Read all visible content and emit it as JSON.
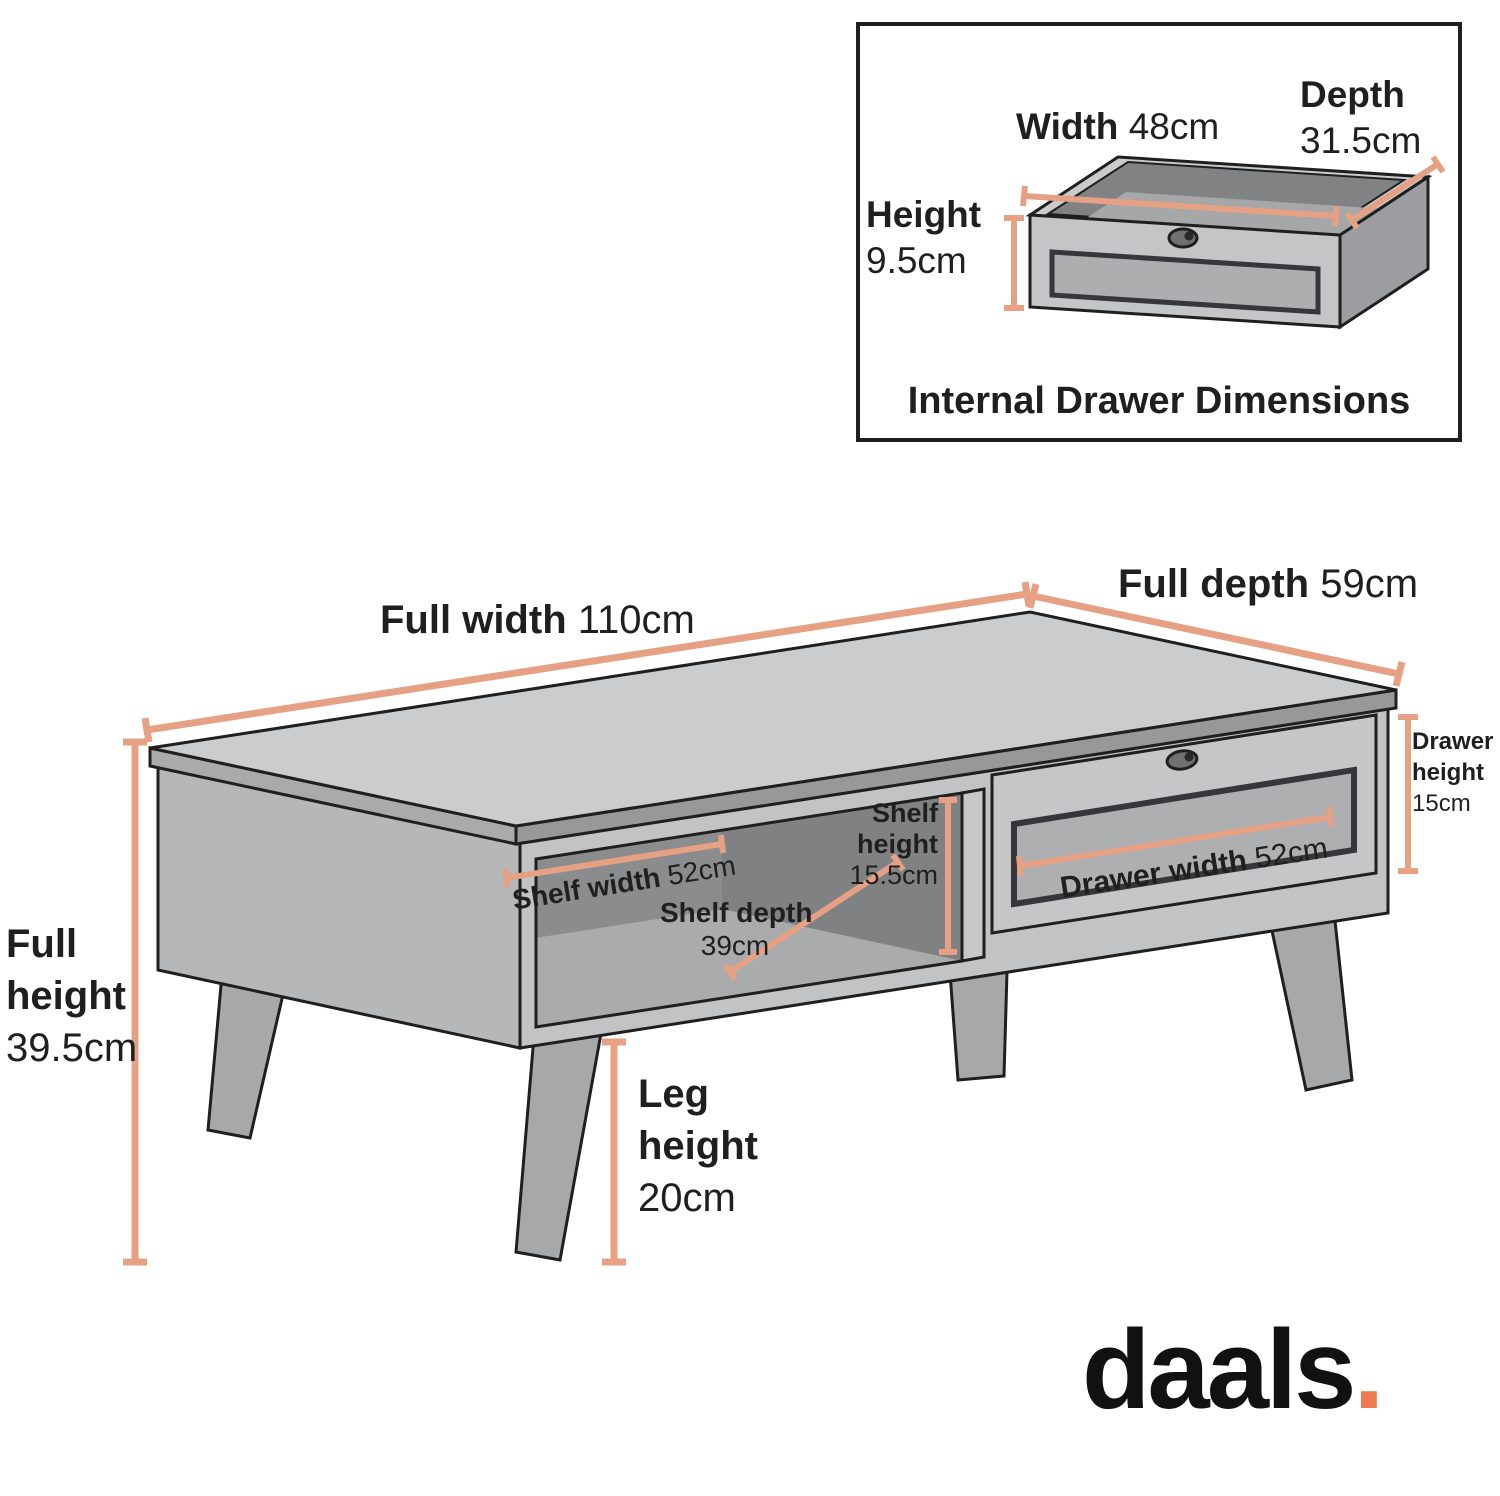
{
  "inset": {
    "width_label": "Width",
    "width_value": "48cm",
    "depth_label": "Depth",
    "depth_value": "31.5cm",
    "height_label": "Height",
    "height_value": "9.5cm",
    "caption": "Internal Drawer Dimensions"
  },
  "diagram": {
    "full_width_label": "Full width",
    "full_width_value": "110cm",
    "full_depth_label": "Full depth",
    "full_depth_value": "59cm",
    "full_height_line1": "Full",
    "full_height_line2": "height",
    "full_height_value": "39.5cm",
    "drawer_height_line1": "Drawer",
    "drawer_height_line2": "height",
    "drawer_height_value": "15cm",
    "drawer_width_label": "Drawer width",
    "drawer_width_value": "52cm",
    "shelf_width_label": "Shelf width",
    "shelf_width_value": "52cm",
    "shelf_depth_label": "Shelf depth",
    "shelf_depth_value": "39cm",
    "shelf_height_line1": "Shelf",
    "shelf_height_line2": "height",
    "shelf_height_value": "15.5cm",
    "leg_height_line1": "Leg",
    "leg_height_line2": "height",
    "leg_height_value": "20cm"
  },
  "brand": {
    "name": "daals",
    "dot": "."
  },
  "colors": {
    "dimension_line": "#E6A083",
    "accent_dot": "#ED7B4F",
    "outline": "#1F1F1F"
  }
}
